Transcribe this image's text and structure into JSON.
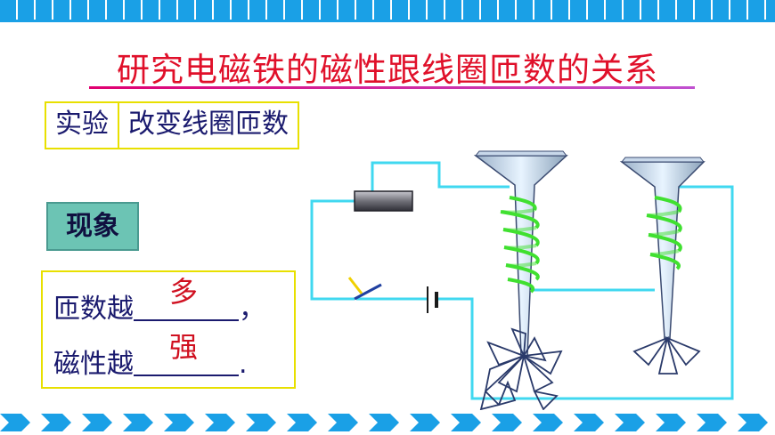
{
  "title": "研究电磁铁的磁性跟线圈匝数的关系",
  "experiment": {
    "label": "实验",
    "value": "改变线圈匝数"
  },
  "phenomenon": {
    "label": "现象"
  },
  "results": {
    "line1_prefix": "匝数越",
    "line1_answer": "多",
    "line1_suffix": "，",
    "line2_prefix": "磁性越",
    "line2_answer": "强",
    "line2_suffix": "."
  },
  "colors": {
    "title": "#e0102a",
    "wire": "#40d8f0",
    "coil": "#40e030",
    "answer": "#d01020",
    "banner": "#1aa0e6"
  }
}
